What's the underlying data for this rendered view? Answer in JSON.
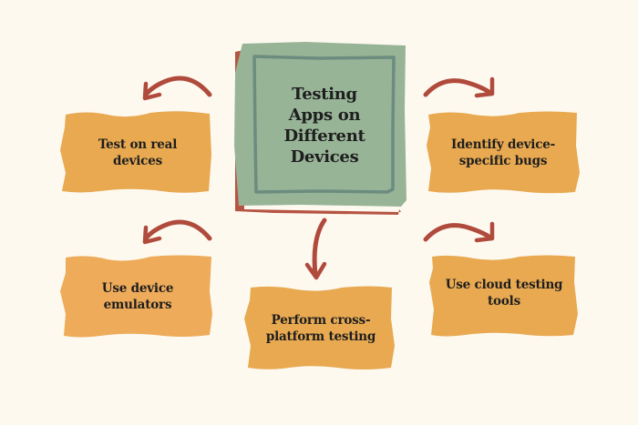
{
  "diagram": {
    "title": "Testing Apps on Different Devices",
    "title_lines": [
      "Testing",
      "Apps on",
      "Different",
      "Devices"
    ],
    "nodes": [
      {
        "id": "real-devices",
        "lines": [
          "Test on real",
          "devices"
        ]
      },
      {
        "id": "device-bugs",
        "lines": [
          "Identify device-",
          "specific bugs"
        ]
      },
      {
        "id": "emulators",
        "lines": [
          "Use device",
          "emulators"
        ]
      },
      {
        "id": "cloud-tools",
        "lines": [
          "Use cloud testing",
          "tools"
        ]
      },
      {
        "id": "cross-platform",
        "lines": [
          "Perform cross-",
          "platform testing"
        ]
      }
    ]
  },
  "colors": {
    "background": "#fdf9ef",
    "center_fill": "#98b497",
    "center_border": "#6b8c7f",
    "center_shadow": "#b65443",
    "box_fill": "#e8a951",
    "box_fill_light": "#eeab5a",
    "arrow": "#b04a3c",
    "text": "#1e1e1e"
  }
}
